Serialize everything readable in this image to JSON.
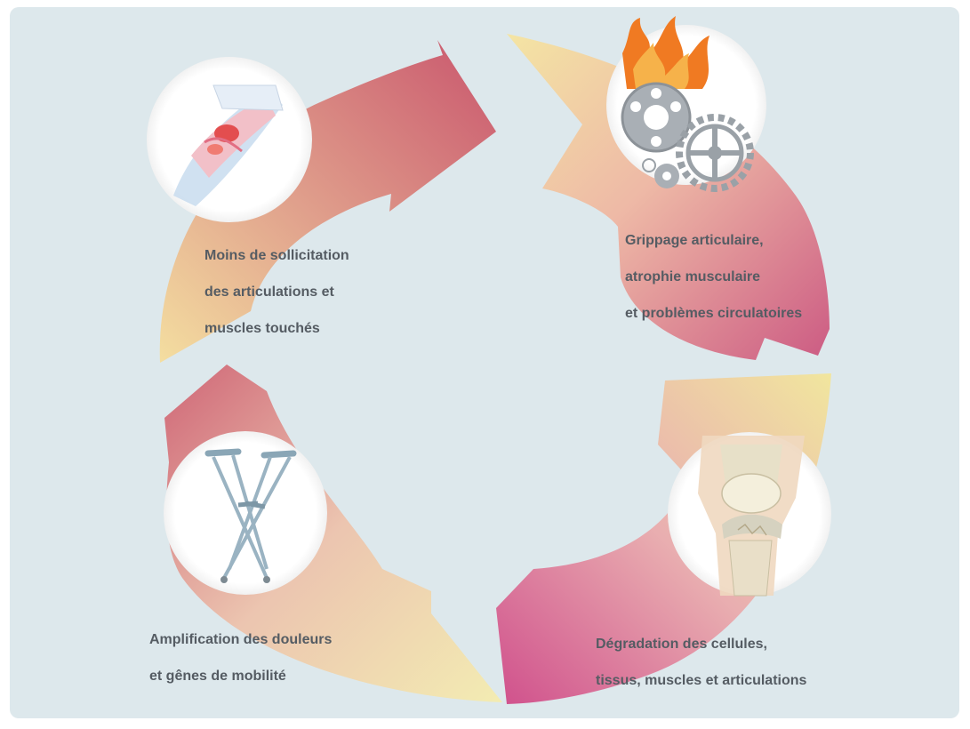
{
  "diagram": {
    "type": "cycle",
    "colors": {
      "background": "#dde8ec",
      "arrow_light": "#f3e2a4",
      "arrow_mid": "#e9b9a5",
      "arrow_dark": "#cc5d7e",
      "text": "#555c63"
    },
    "steps": [
      {
        "lines": [
          "Moins de sollicitation",
          "des articulations et",
          "muscles touchés"
        ],
        "icon": "bandaged-wrist-icon"
      },
      {
        "lines": [
          "Grippage articulaire,",
          "atrophie musculaire",
          "et problèmes circulatoires"
        ],
        "icon": "burning-gears-icon"
      },
      {
        "lines": [
          "Dégradation des cellules,",
          "tissus, muscles et articulations"
        ],
        "icon": "knee-joint-icon"
      },
      {
        "lines": [
          "Amplification des douleurs",
          "et gênes de mobilité"
        ],
        "icon": "crutches-icon"
      }
    ]
  }
}
